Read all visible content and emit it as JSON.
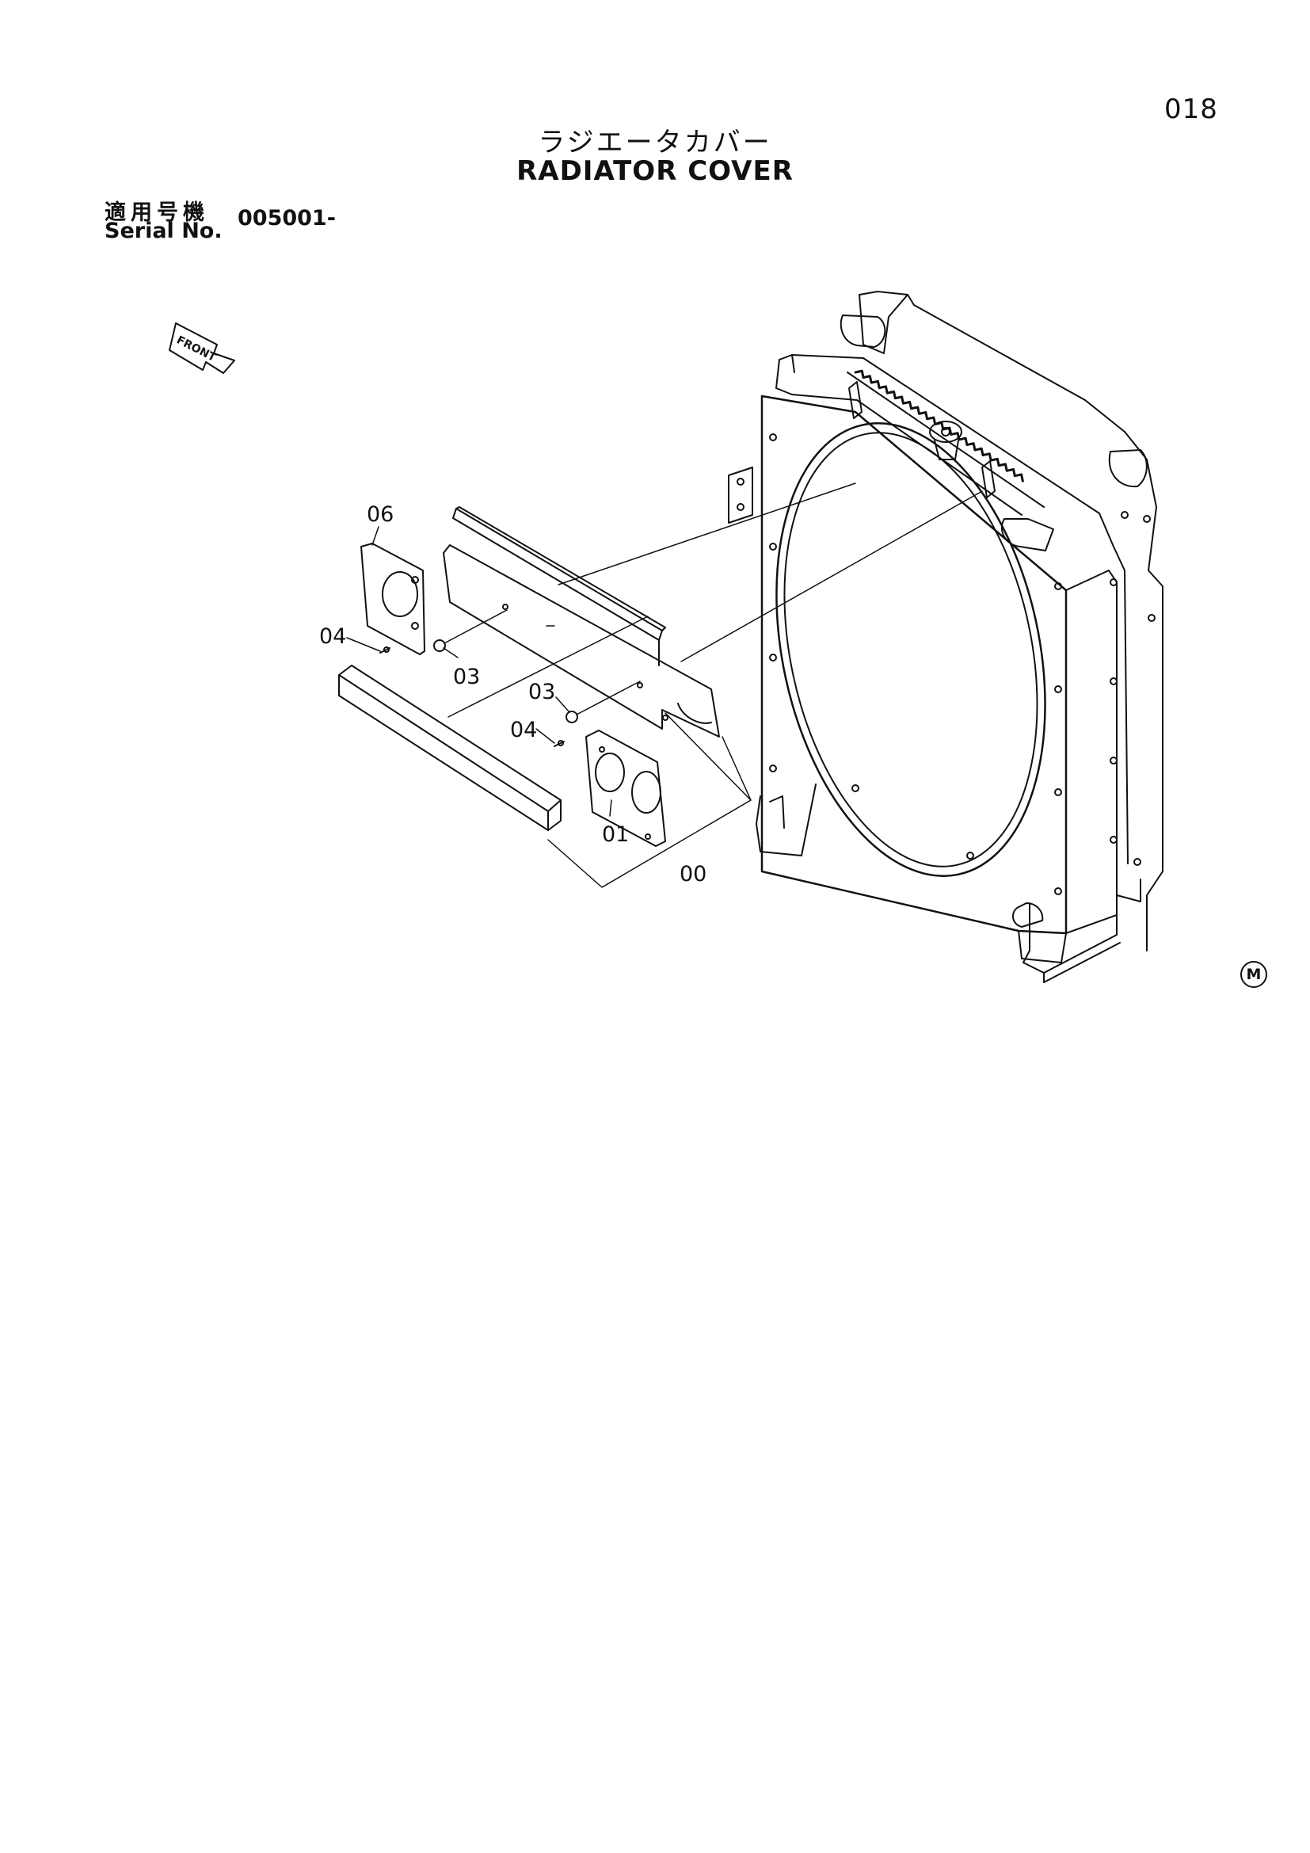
{
  "page": {
    "number": "018",
    "title_jp": "ラジエータカバー",
    "title_en": "RADIATOR COVER",
    "serial_label_jp": "適用号機",
    "serial_label_en": "Serial No.",
    "serial_value": "005001-",
    "footer_mark": "M"
  },
  "diagram": {
    "front_label": "FRONT",
    "callouts": [
      "06",
      "04",
      "03",
      "03",
      "04",
      "01",
      "00"
    ]
  }
}
